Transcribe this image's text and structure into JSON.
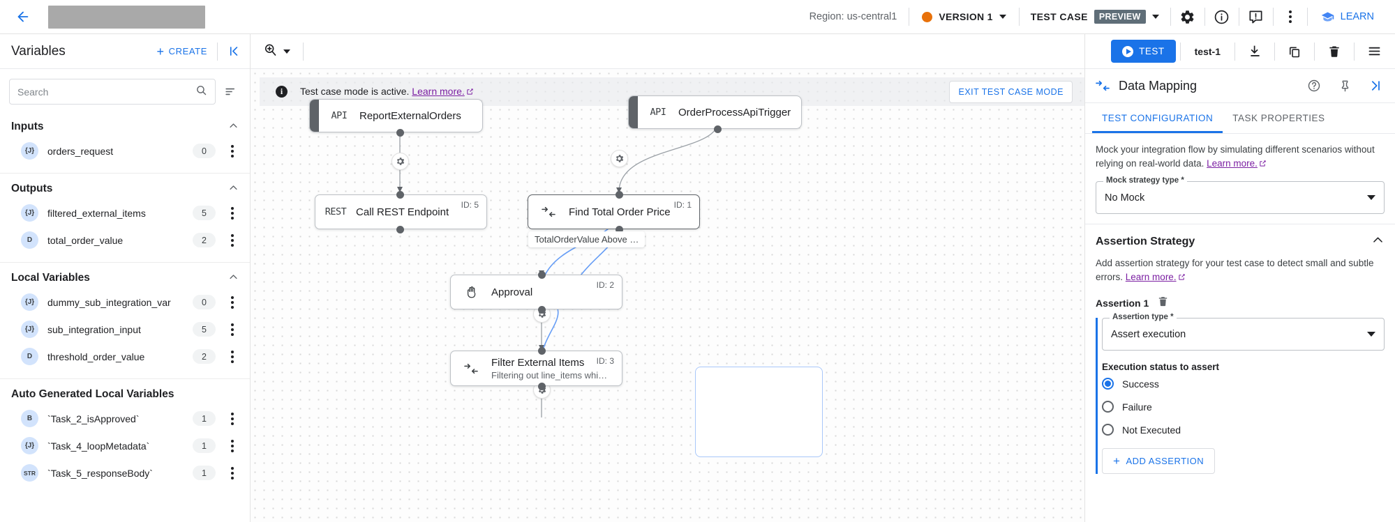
{
  "topbar": {
    "back_icon": "back-arrow-icon",
    "region": "Region: us-central1",
    "version": "VERSION 1",
    "version_dot_color": "#E8710A",
    "test_case": "TEST CASE",
    "preview_badge": "PREVIEW",
    "icons": [
      "gear-icon",
      "info-icon",
      "feedback-icon",
      "more-vert-icon"
    ],
    "learn": "LEARN"
  },
  "sidebar": {
    "title": "Variables",
    "create_label": "CREATE",
    "collapse_icon": "collapse-left-icon",
    "search": {
      "value": "",
      "placeholder": "Search"
    },
    "sections": [
      {
        "title": "Inputs",
        "items": [
          {
            "badge": "{J}",
            "name": "orders_request",
            "count": "0"
          }
        ]
      },
      {
        "title": "Outputs",
        "items": [
          {
            "badge": "{J}",
            "name": "filtered_external_items",
            "count": "5"
          },
          {
            "badge": "D",
            "name": "total_order_value",
            "count": "2"
          }
        ]
      },
      {
        "title": "Local Variables",
        "items": [
          {
            "badge": "{J}",
            "name": "dummy_sub_integration_var",
            "count": "0"
          },
          {
            "badge": "{J}",
            "name": "sub_integration_input",
            "count": "5"
          },
          {
            "badge": "D",
            "name": "threshold_order_value",
            "count": "2"
          }
        ]
      },
      {
        "title": "Auto Generated Local Variables",
        "items": [
          {
            "badge": "B",
            "name": "`Task_2_isApproved`",
            "count": "1"
          },
          {
            "badge": "{J}",
            "name": "`Task_4_loopMetadata`",
            "count": "1"
          },
          {
            "badge": "STR",
            "name": "`Task_5_responseBody`",
            "count": "1"
          }
        ]
      }
    ]
  },
  "canvas": {
    "zoom_icon": "zoom-in-icon",
    "banner": {
      "text": "Test case mode is active.",
      "link": "Learn more.",
      "exit_button": "EXIT TEST CASE MODE"
    },
    "nodes": [
      {
        "id": "",
        "icon": "API",
        "title": "ReportExternalOrders",
        "subtitle": "",
        "kind": "trigger"
      },
      {
        "id": "",
        "icon": "API",
        "title": "OrderProcessApiTrigger",
        "subtitle": "",
        "kind": "trigger"
      },
      {
        "id": "ID: 5",
        "icon": "REST",
        "title": "Call REST Endpoint",
        "subtitle": "",
        "kind": "task"
      },
      {
        "id": "ID: 1",
        "icon": "data-mapping-icon",
        "title": "Find Total Order Price",
        "subtitle": "",
        "kind": "task"
      },
      {
        "id": "ID: 2",
        "icon": "approval-hand-icon",
        "title": "Approval",
        "subtitle": "",
        "kind": "task"
      },
      {
        "id": "ID: 3",
        "icon": "data-mapping-icon",
        "title": "Filter External Items",
        "subtitle": "Filtering out line_items whi…",
        "kind": "task"
      }
    ],
    "edge_label": "TotalOrderValue Above …"
  },
  "right_toolbar": {
    "test_button": "TEST",
    "test_name": "test-1",
    "icons": [
      "download-icon",
      "copy-icon",
      "delete-icon",
      "list-icon"
    ]
  },
  "right_panel": {
    "header_icon": "data-mapping-icon",
    "header_title": "Data Mapping",
    "header_buttons": [
      "help-icon",
      "pin-icon",
      "collapse-right-icon"
    ],
    "tabs": [
      {
        "label": "TEST CONFIGURATION",
        "active": true
      },
      {
        "label": "TASK PROPERTIES",
        "active": false
      }
    ],
    "mock": {
      "description": "Mock your integration flow by simulating different scenarios without relying on real-world data.",
      "link": "Learn more.",
      "field_label": "Mock strategy type *",
      "field_value": "No Mock"
    },
    "assertion": {
      "section_title": "Assertion Strategy",
      "description": "Add assertion strategy for your test case to detect small and subtle errors.",
      "link": "Learn more.",
      "item_title": "Assertion 1",
      "delete_icon": "delete-icon",
      "type_label": "Assertion type *",
      "type_value": "Assert execution",
      "status_label": "Execution status to assert",
      "options": [
        {
          "label": "Success",
          "selected": true
        },
        {
          "label": "Failure",
          "selected": false
        },
        {
          "label": "Not Executed",
          "selected": false
        }
      ],
      "add_button": "ADD ASSERTION"
    }
  }
}
